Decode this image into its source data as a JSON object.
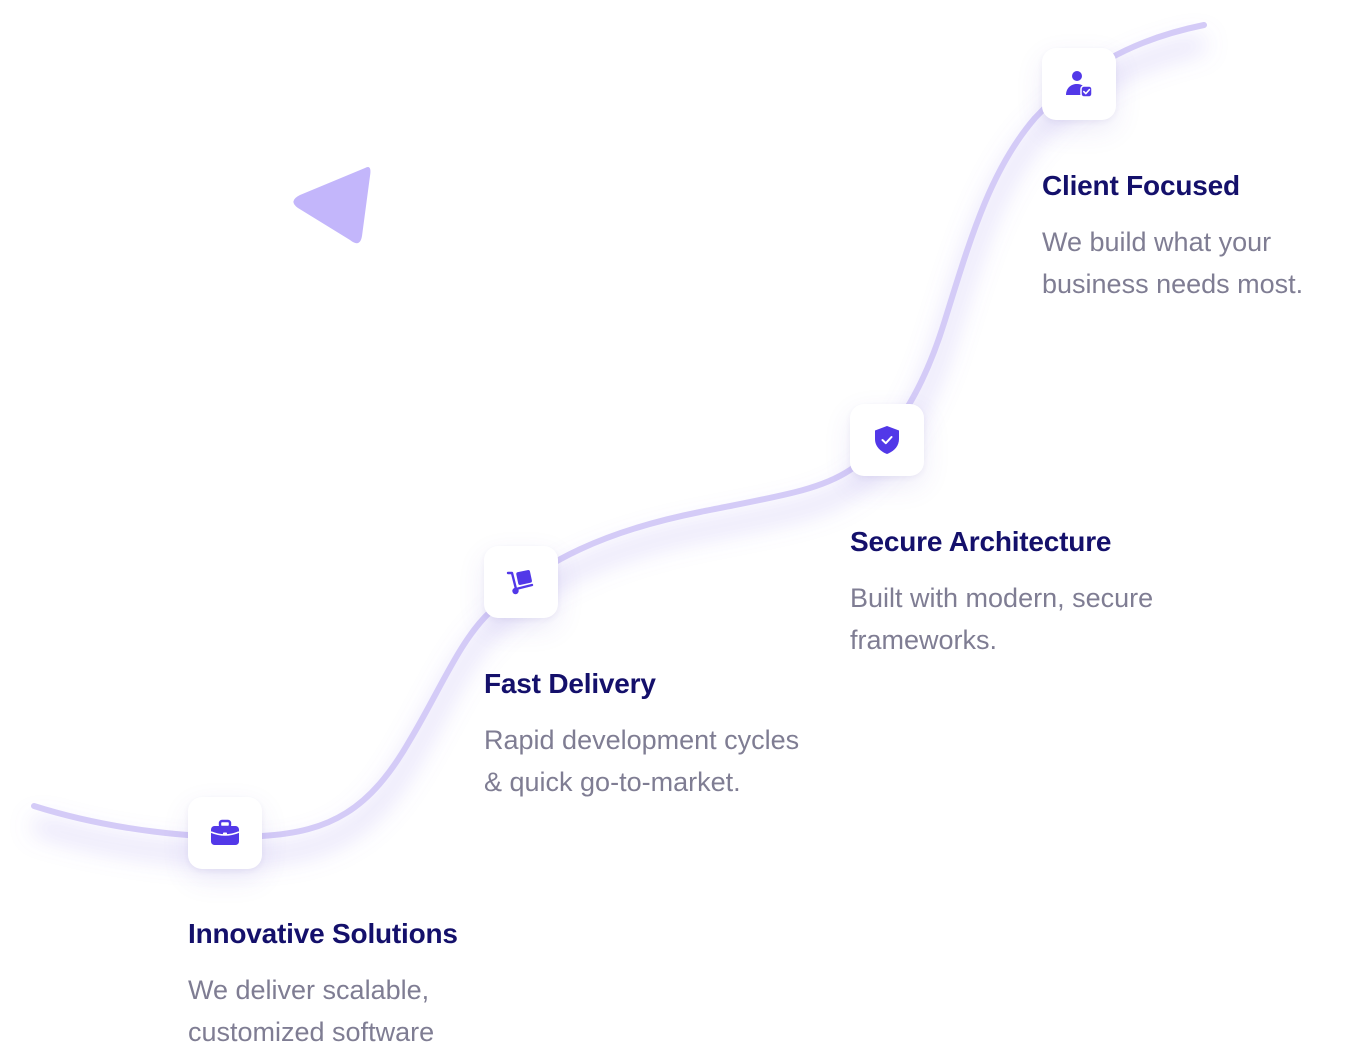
{
  "colors": {
    "curve": "#d4cbf7",
    "accent": "#5238e8",
    "title": "#14106b",
    "description": "#7f7d93",
    "triangle": "#c3b6fb",
    "card_background": "#ffffff"
  },
  "decoration": {
    "shape": "triangle-play-icon"
  },
  "steps": [
    {
      "icon": "briefcase-icon",
      "title": "Innovative Solutions",
      "description_lines": [
        "We deliver scalable,",
        "customized software"
      ]
    },
    {
      "icon": "hand-truck-icon",
      "title": "Fast Delivery",
      "description_lines": [
        "Rapid development cycles",
        "& quick go-to-market."
      ]
    },
    {
      "icon": "shield-check-icon",
      "title": "Secure Architecture",
      "description_lines": [
        "Built with modern, secure",
        "frameworks."
      ]
    },
    {
      "icon": "user-check-icon",
      "title": "Client Focused",
      "description_lines": [
        "We build what your",
        "business needs most."
      ]
    }
  ]
}
